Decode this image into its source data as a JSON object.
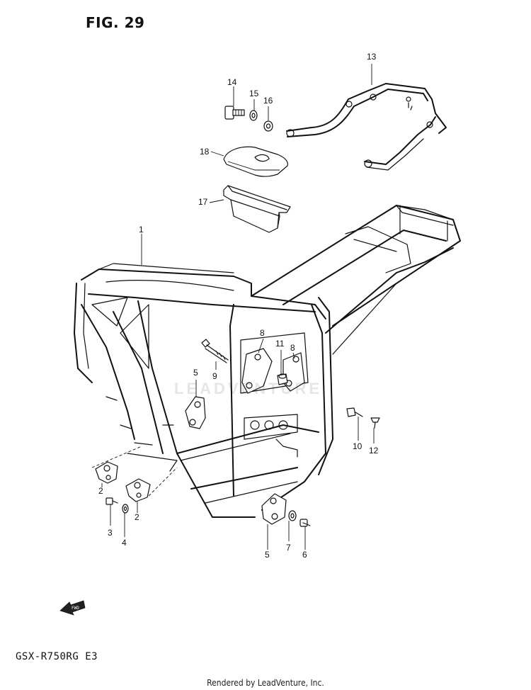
{
  "figure": {
    "title": "FIG. 29"
  },
  "model_code": "GSX-R750RG  E3",
  "watermark": "LEADVENTURE",
  "footer": "Rendered by LeadVenture, Inc.",
  "icons": {
    "front_arrow": "fwd-arrow-icon",
    "front_arrow_label": "FWD"
  },
  "callouts": [
    "1",
    "2",
    "2",
    "3",
    "4",
    "5",
    "5",
    "6",
    "7",
    "8",
    "8",
    "9",
    "10",
    "11",
    "12",
    "13",
    "14",
    "15",
    "16",
    "17",
    "18"
  ]
}
